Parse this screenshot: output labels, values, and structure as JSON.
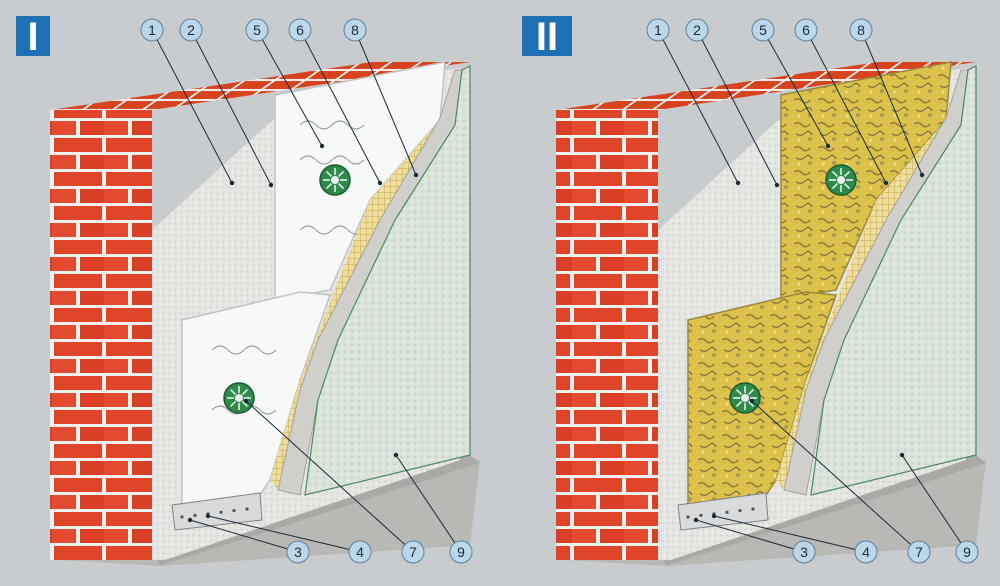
{
  "panels": [
    {
      "label": "I",
      "callouts_top": [
        "1",
        "2",
        "5",
        "6",
        "8"
      ],
      "callouts_bottom": [
        "3",
        "4",
        "7",
        "9"
      ],
      "insulation": "white-foam-board"
    },
    {
      "label": "II",
      "callouts_top": [
        "1",
        "2",
        "5",
        "6",
        "8"
      ],
      "callouts_bottom": [
        "3",
        "4",
        "7",
        "9"
      ],
      "insulation": "mineral-wool-board"
    }
  ],
  "colors": {
    "background": "#c9ccce",
    "brick": "#e0452a",
    "mortar": "#f4f4f2",
    "plaster": "#e6e6e3",
    "foam": "#f7f8f8",
    "wool": "#dcc24a",
    "mesh": "#e8d27e",
    "base_coat": "#cfcfcb",
    "finish": "#d7e0d8",
    "dowel": "#2e8b4a",
    "badge": "#1f6fb5",
    "callout_circle": "#bcd6ea"
  }
}
